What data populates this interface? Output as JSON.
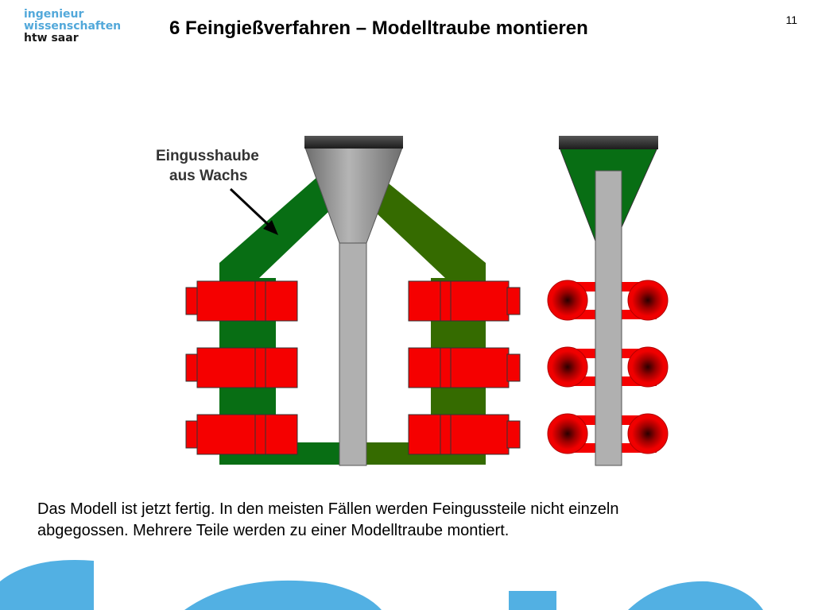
{
  "logo": {
    "line1": "ingenieur",
    "line2": "wissenschaften",
    "line3": "htw saar"
  },
  "header": {
    "title": "6 Feingießverfahren – Modelltraube montieren",
    "page_number": "11"
  },
  "figure": {
    "label_line1": "Eingusshaube",
    "label_line2": "aus Wachs",
    "colors": {
      "wax_dark_green": "#086e14",
      "wax_olive_green": "#356b00",
      "parts_red": "#f50000",
      "sprue_gray": "#b0b0b0",
      "funnel_gray": "#8f8f8f",
      "cap_dark": "#2b2b2b"
    }
  },
  "body": {
    "paragraph_line1": "Das Modell ist jetzt fertig. In den meisten Fällen werden Feingussteile nicht einzeln",
    "paragraph_line2": "abgegossen. Mehrere Teile werden zu einer Modelltraube montiert."
  },
  "decoration": {
    "color": "#52b0e3"
  }
}
